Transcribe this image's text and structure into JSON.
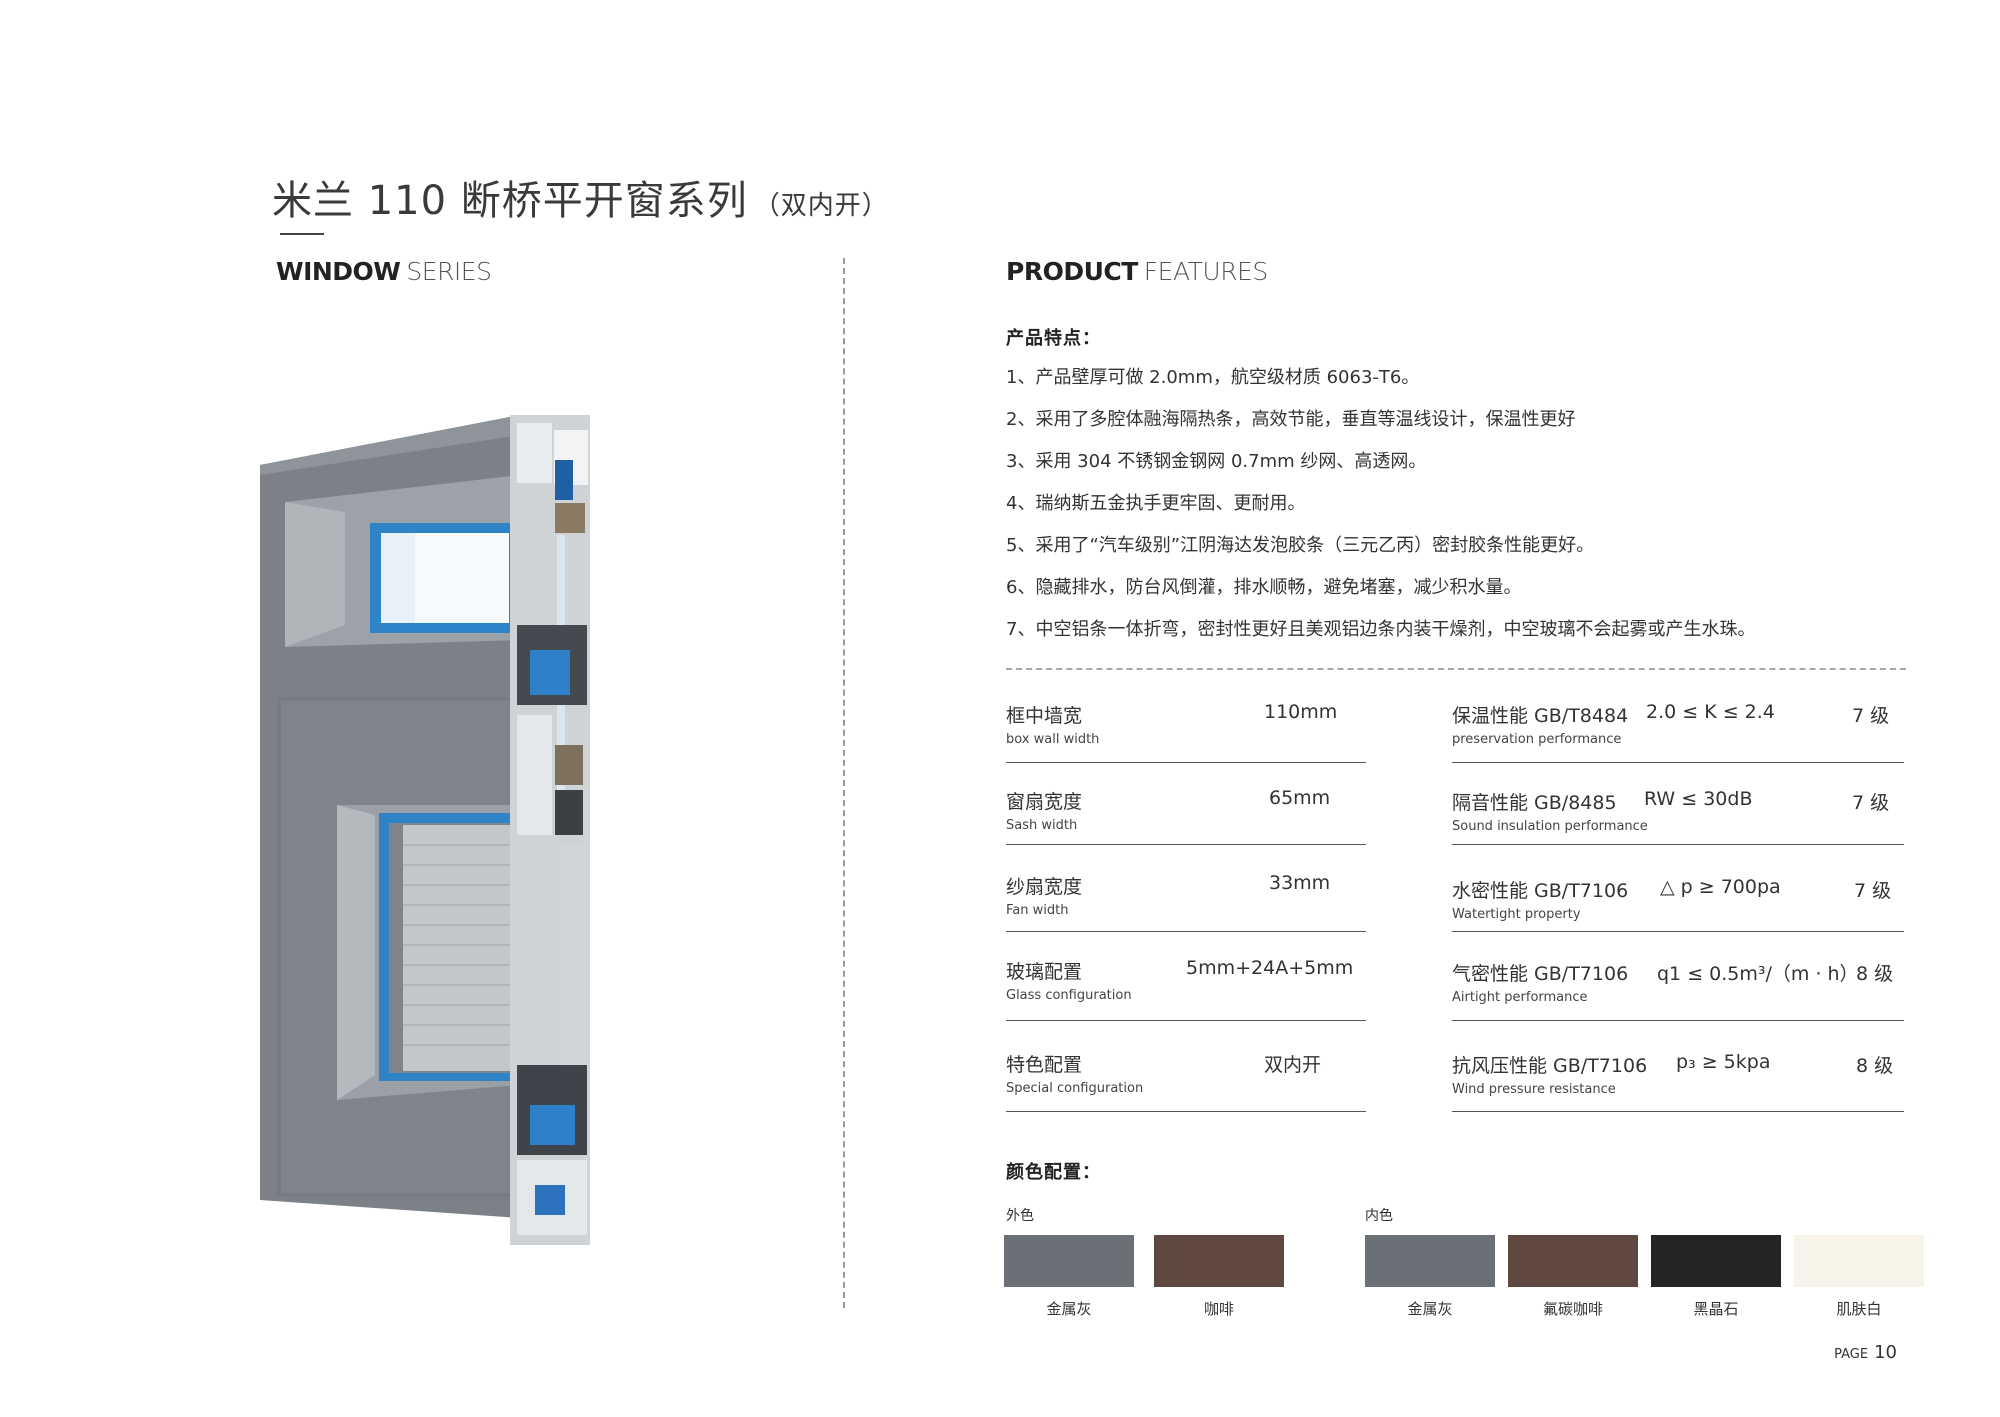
{
  "header": {
    "title": "米兰 110 断桥平开窗系列",
    "subtitle": "（双内开）"
  },
  "left": {
    "series_bold": "WINDOW",
    "series_light": "SERIES"
  },
  "right": {
    "head_bold": "PRODUCT",
    "head_light": "FEATURES",
    "features_label": "产品特点：",
    "features": [
      "1、产品壁厚可做 2.0mm，航空级材质 6063-T6。",
      "2、采用了多腔体融海隔热条，高效节能，垂直等温线设计，保温性更好",
      "3、采用 304 不锈钢金钢网 0.7mm 纱网、高透网。",
      "4、瑞纳斯五金执手更牢固、更耐用。",
      "5、采用了“汽车级别”江阴海达发泡胶条（三元乙丙）密封胶条性能更好。",
      "6、隐藏排水，防台风倒灌，排水顺畅，避免堵塞，减少积水量。",
      "7、中空铝条一体折弯，密封性更好且美观铝边条内装干燥剂，中空玻璃不会起雾或产生水珠。"
    ]
  },
  "specs_left": [
    {
      "zh": "框中墙宽",
      "en": "box wall width",
      "value": "110mm"
    },
    {
      "zh": "窗扇宽度",
      "en": "Sash width",
      "value": "65mm"
    },
    {
      "zh": "纱扇宽度",
      "en": "Fan width",
      "value": "33mm"
    },
    {
      "zh": "玻璃配置",
      "en": "Glass configuration",
      "value": "5mm+24A+5mm"
    },
    {
      "zh": "特色配置",
      "en": "Special configuration",
      "value": "双内开"
    }
  ],
  "specs_right": [
    {
      "zh": "保温性能 GB/T8484",
      "en": "preservation performance",
      "value": "2.0 ≤ K ≤ 2.4",
      "grade": "7 级"
    },
    {
      "zh": "隔音性能 GB/8485",
      "en": "Sound insulation performance",
      "value": "RW ≤ 30dB",
      "grade": "7 级"
    },
    {
      "zh": "水密性能 GB/T7106",
      "en": "Watertight property",
      "value": "△ p ≥ 700pa",
      "grade": "7 级"
    },
    {
      "zh": "气密性能 GB/T7106",
      "en": "Airtight performance",
      "value": "q1 ≤ 0.5m³/（m · h）",
      "grade": "8 级"
    },
    {
      "zh": "抗风压性能 GB/T7106",
      "en": "Wind pressure resistance",
      "value": "p₃ ≥ 5kpa",
      "grade": "8 级"
    }
  ],
  "colors": {
    "title": "颜色配置：",
    "outer_label": "外色",
    "inner_label": "内色",
    "outer": [
      {
        "name": "金属灰",
        "hex": "#6a7075"
      },
      {
        "name": "咖啡",
        "hex": "#5e4840"
      }
    ],
    "inner": [
      {
        "name": "金属灰",
        "hex": "#6a7075"
      },
      {
        "name": "氟碳咖啡",
        "hex": "#5e4840"
      },
      {
        "name": "黑晶石",
        "hex": "#252527"
      },
      {
        "name": "肌肤白",
        "hex": "#f7f3e9"
      }
    ]
  },
  "footer": {
    "page_label": "PAGE",
    "page_number": "10"
  }
}
